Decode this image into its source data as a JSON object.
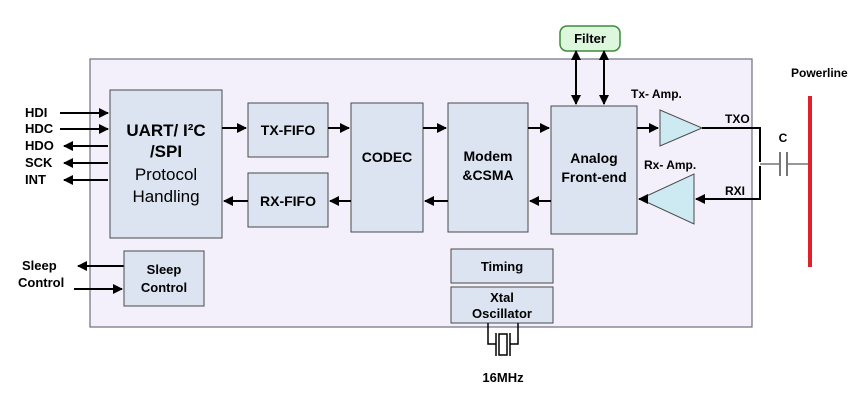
{
  "colors": {
    "chip_fill": "#f3f0fb",
    "block_fill": "#dbe4f0",
    "filter_fill": "#dcf7dc",
    "filter_border": "#3e8a3e",
    "amp_fill": "#cdeaf2",
    "powerline": "#e0202a"
  },
  "signals": {
    "hdi": "HDI",
    "hdc": "HDC",
    "hdo": "HDO",
    "sck": "SCK",
    "int": "INT",
    "sleep_control_line1": "Sleep",
    "sleep_control_line2": "Control"
  },
  "blocks": {
    "uart_line1": "UART/ I²C",
    "uart_line2": "/SPI",
    "uart_line3": "Protocol",
    "uart_line4": "Handling",
    "tx_fifo": "TX-FIFO",
    "rx_fifo": "RX-FIFO",
    "codec": "CODEC",
    "modem_line1": "Modem",
    "modem_line2": "&CSMA",
    "afe_line1": "Analog",
    "afe_line2": "Front-end",
    "sleep_block_line1": "Sleep",
    "sleep_block_line2": "Control",
    "timing": "Timing",
    "xtal_line1": "Xtal",
    "xtal_line2": "Oscillator",
    "filter": "Filter"
  },
  "amps": {
    "tx_amp": "Tx- Amp.",
    "rx_amp": "Rx- Amp.",
    "txo": "TXO",
    "rxi": "RXI"
  },
  "external": {
    "capacitor": "C",
    "powerline": "Powerline",
    "crystal_freq": "16MHz"
  }
}
